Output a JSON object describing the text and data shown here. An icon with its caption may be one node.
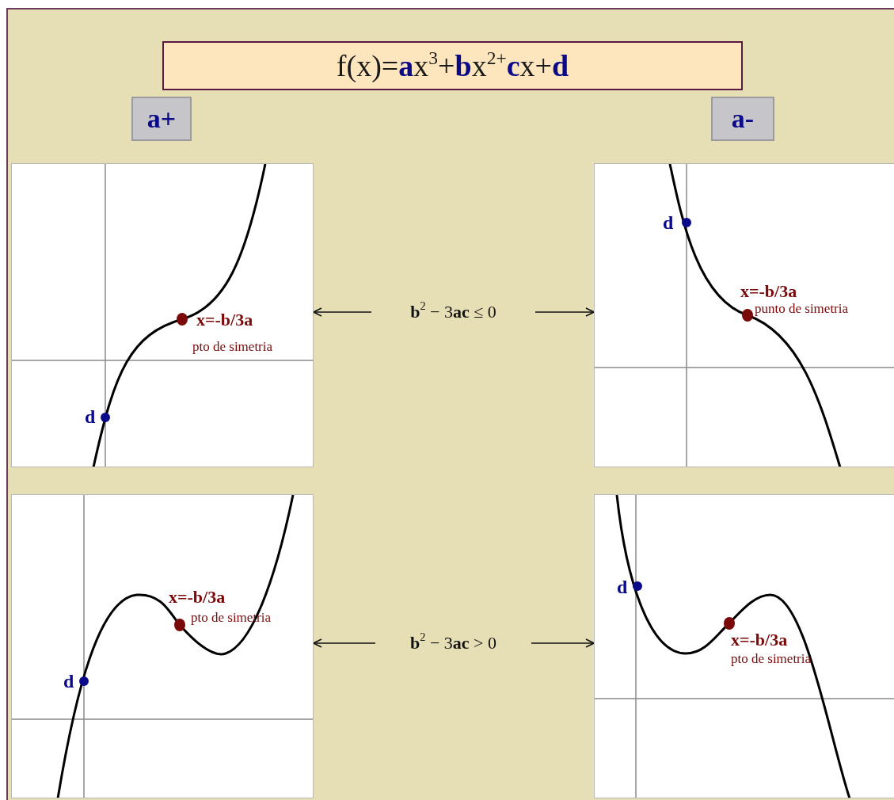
{
  "diagram": {
    "nodes": [
      {
        "text": [
          "f(x)=**a**x$^{3}$+**b**x$^{2+}$**c**x+**d**"
        ]
      },
      {
        "text": [
          "a+"
        ]
      },
      {
        "text": [
          "a-"
        ]
      },
      {
        "text": [
          "d",
          "x=-b/3a",
          "pto de simetria"
        ]
      },
      {
        "text": [
          "**b**$^{2}$ − 3**ac** ≤ 0"
        ]
      },
      {
        "text": [
          "d",
          "x=-b/3a",
          "punto de simetria"
        ]
      },
      {
        "text": [
          "d",
          "x=-b/3a",
          "pto de simetria"
        ]
      },
      {
        "text": [
          "**b**$^{2}$ − 3**ac** > 0"
        ]
      },
      {
        "text": [
          "d",
          "x=-b/3a",
          "pto de simetria"
        ]
      }
    ],
    "edges": [
      {
        "from": 4,
        "to": 3,
        "arrow": "to"
      },
      {
        "from": 4,
        "to": 5,
        "arrow": "to"
      },
      {
        "from": 7,
        "to": 6,
        "arrow": "to"
      },
      {
        "from": 7,
        "to": 8,
        "arrow": "to"
      }
    ]
  }
}
